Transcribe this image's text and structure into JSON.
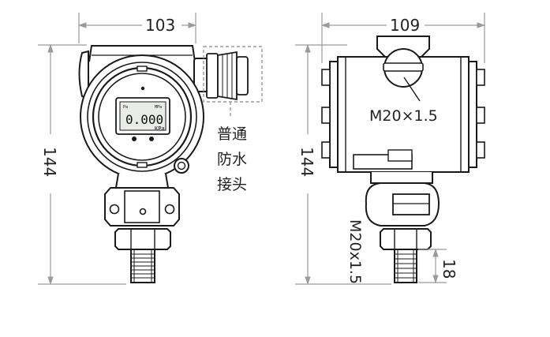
{
  "dimensions": {
    "front_width": "103",
    "front_height": "144",
    "side_width": "109",
    "side_height": "144",
    "thread_length": "18"
  },
  "labels": {
    "cable_gland_thread": "M20×1.5",
    "process_thread": "M20x1.5",
    "gland_note_line1": "普通",
    "gland_note_line2": "防水",
    "gland_note_line3": "接头"
  },
  "display": {
    "reading": "0.000",
    "unit": "KPa",
    "left_mark": "Pa",
    "right_mark": "MPa"
  },
  "colors": {
    "line": "#1a1a1a",
    "dimension": "#9a9a9a",
    "lcd": "#e9ece6"
  }
}
